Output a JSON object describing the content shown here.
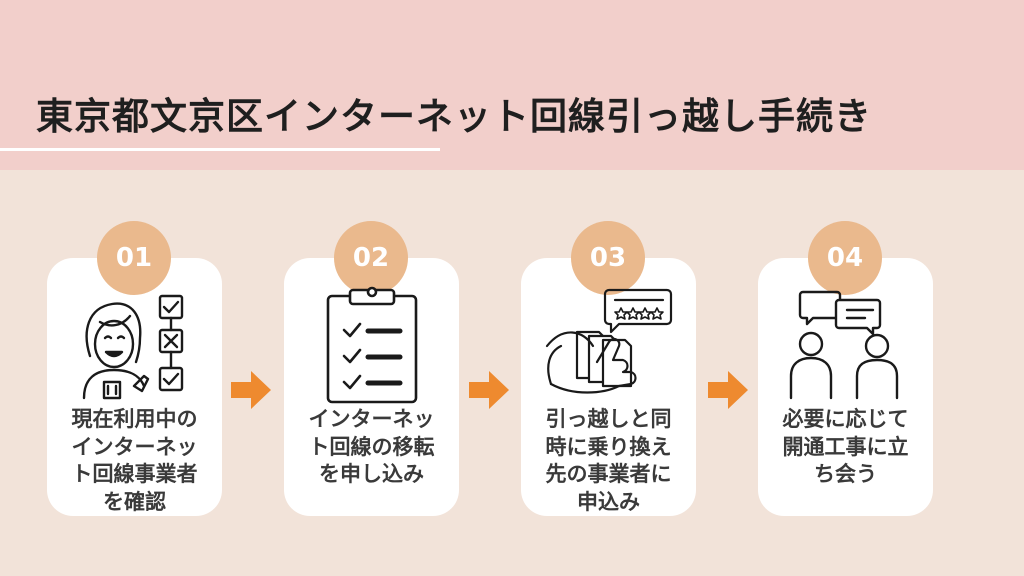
{
  "header": {
    "title": "東京都文京区インターネット回線引っ越し手続き",
    "background": "#f2cfcb"
  },
  "colors": {
    "page_background": "#f2e3d9",
    "badge": "#eab98d",
    "arrow": "#ee8a2f",
    "card": "#ffffff",
    "icon_stroke": "#1a1a1a"
  },
  "steps": [
    {
      "number": "01",
      "icon": "person-checklist-icon",
      "lines": [
        "現在利用中の",
        "インターネッ",
        "ト回線事業者",
        "を確認"
      ]
    },
    {
      "number": "02",
      "icon": "clipboard-checklist-icon",
      "lines": [
        "インターネッ",
        "ト回線の移転",
        "を申し込み"
      ]
    },
    {
      "number": "03",
      "icon": "hand-documents-rating-icon",
      "lines": [
        "引っ越しと同",
        "時に乗り換え",
        "先の事業者に",
        "申込み"
      ]
    },
    {
      "number": "04",
      "icon": "two-people-chat-icon",
      "lines": [
        "必要に応じて",
        "開通工事に立",
        "ち会う"
      ]
    }
  ],
  "connectors": [
    "arrow-right-icon",
    "arrow-right-icon",
    "arrow-right-icon"
  ]
}
